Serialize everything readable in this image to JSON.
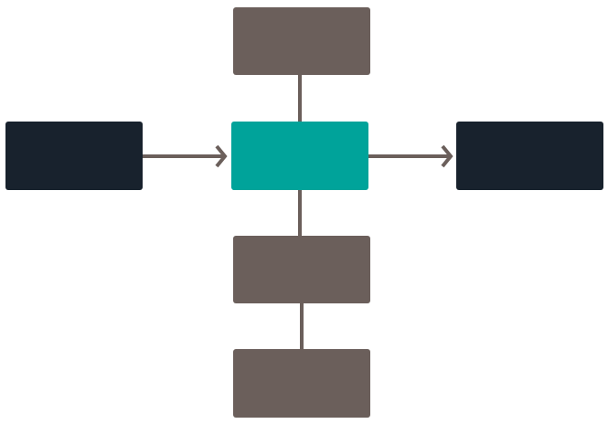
{
  "colors": {
    "background": "#ffffff",
    "secondary_node": "#6b5f5b",
    "endpoint_node": "#18222d",
    "central_node": "#00a39a",
    "connector": "#6b5f5b"
  },
  "nodes": [
    {
      "id": "top",
      "role": "secondary_node",
      "label": ""
    },
    {
      "id": "left",
      "role": "endpoint_node",
      "label": ""
    },
    {
      "id": "center",
      "role": "central_node",
      "label": ""
    },
    {
      "id": "right",
      "role": "endpoint_node",
      "label": ""
    },
    {
      "id": "bottom1",
      "role": "secondary_node",
      "label": ""
    },
    {
      "id": "bottom2",
      "role": "secondary_node",
      "label": ""
    }
  ],
  "edges": [
    {
      "from": "left",
      "to": "center",
      "arrow": true
    },
    {
      "from": "center",
      "to": "right",
      "arrow": true
    },
    {
      "from": "top",
      "to": "center",
      "arrow": false
    },
    {
      "from": "center",
      "to": "bottom1",
      "arrow": false
    },
    {
      "from": "bottom1",
      "to": "bottom2",
      "arrow": false
    }
  ]
}
